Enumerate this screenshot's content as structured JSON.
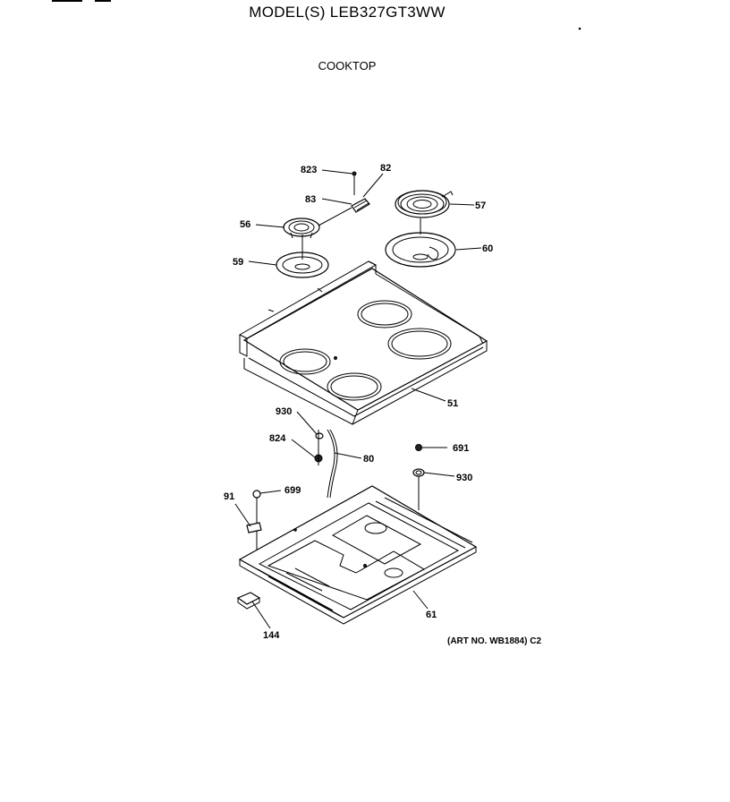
{
  "header": {
    "model": "MODEL(S) LEB327GT3WW",
    "section": "COOKTOP",
    "art_no": "(ART NO. WB1884) C2"
  },
  "callouts": [
    {
      "id": "823",
      "label": "823"
    },
    {
      "id": "82",
      "label": "82"
    },
    {
      "id": "83",
      "label": "83"
    },
    {
      "id": "56",
      "label": "56"
    },
    {
      "id": "57",
      "label": "57"
    },
    {
      "id": "59",
      "label": "59"
    },
    {
      "id": "60",
      "label": "60"
    },
    {
      "id": "51",
      "label": "51"
    },
    {
      "id": "930a",
      "label": "930"
    },
    {
      "id": "824",
      "label": "824"
    },
    {
      "id": "80",
      "label": "80"
    },
    {
      "id": "691",
      "label": "691"
    },
    {
      "id": "930b",
      "label": "930"
    },
    {
      "id": "91",
      "label": "91"
    },
    {
      "id": "699",
      "label": "699"
    },
    {
      "id": "61",
      "label": "61"
    },
    {
      "id": "144",
      "label": "144"
    }
  ]
}
